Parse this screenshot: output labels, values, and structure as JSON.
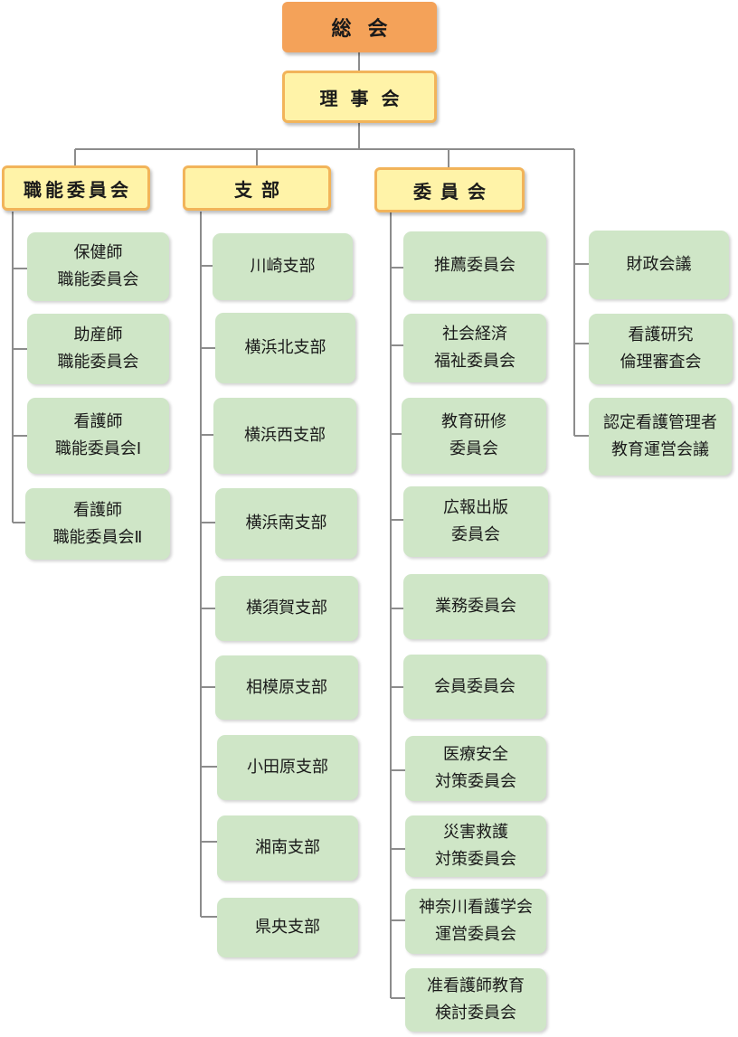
{
  "root": "総会",
  "board": "理事会",
  "groups": {
    "shokuno": {
      "label": "職能委員会",
      "items": [
        "保健師\n職能委員会",
        "助産師\n職能委員会",
        "看護師\n職能委員会Ⅰ",
        "看護師\n職能委員会Ⅱ"
      ]
    },
    "shibu": {
      "label": "支部",
      "items": [
        "川崎支部",
        "横浜北支部",
        "横浜西支部",
        "横浜南支部",
        "横須賀支部",
        "相模原支部",
        "小田原支部",
        "湘南支部",
        "県央支部"
      ]
    },
    "iinkai": {
      "label": "委員会",
      "items": [
        "推薦委員会",
        "社会経済\n福祉委員会",
        "教育研修\n委員会",
        "広報出版\n委員会",
        "業務委員会",
        "会員委員会",
        "医療安全\n対策委員会",
        "災害救護\n対策委員会",
        "神奈川看護学会\n運営委員会",
        "准看護師教育\n検討委員会"
      ]
    },
    "other": {
      "items": [
        "財政会議",
        "看護研究\n倫理審査会",
        "認定看護管理者\n教育運営会議"
      ]
    }
  },
  "colors": {
    "root_fill": "#f4a259",
    "board_fill": "#fff3a8",
    "board_border": "#f2b45a",
    "leaf_fill": "#cfe6c7",
    "line": "#8c8c8c"
  }
}
